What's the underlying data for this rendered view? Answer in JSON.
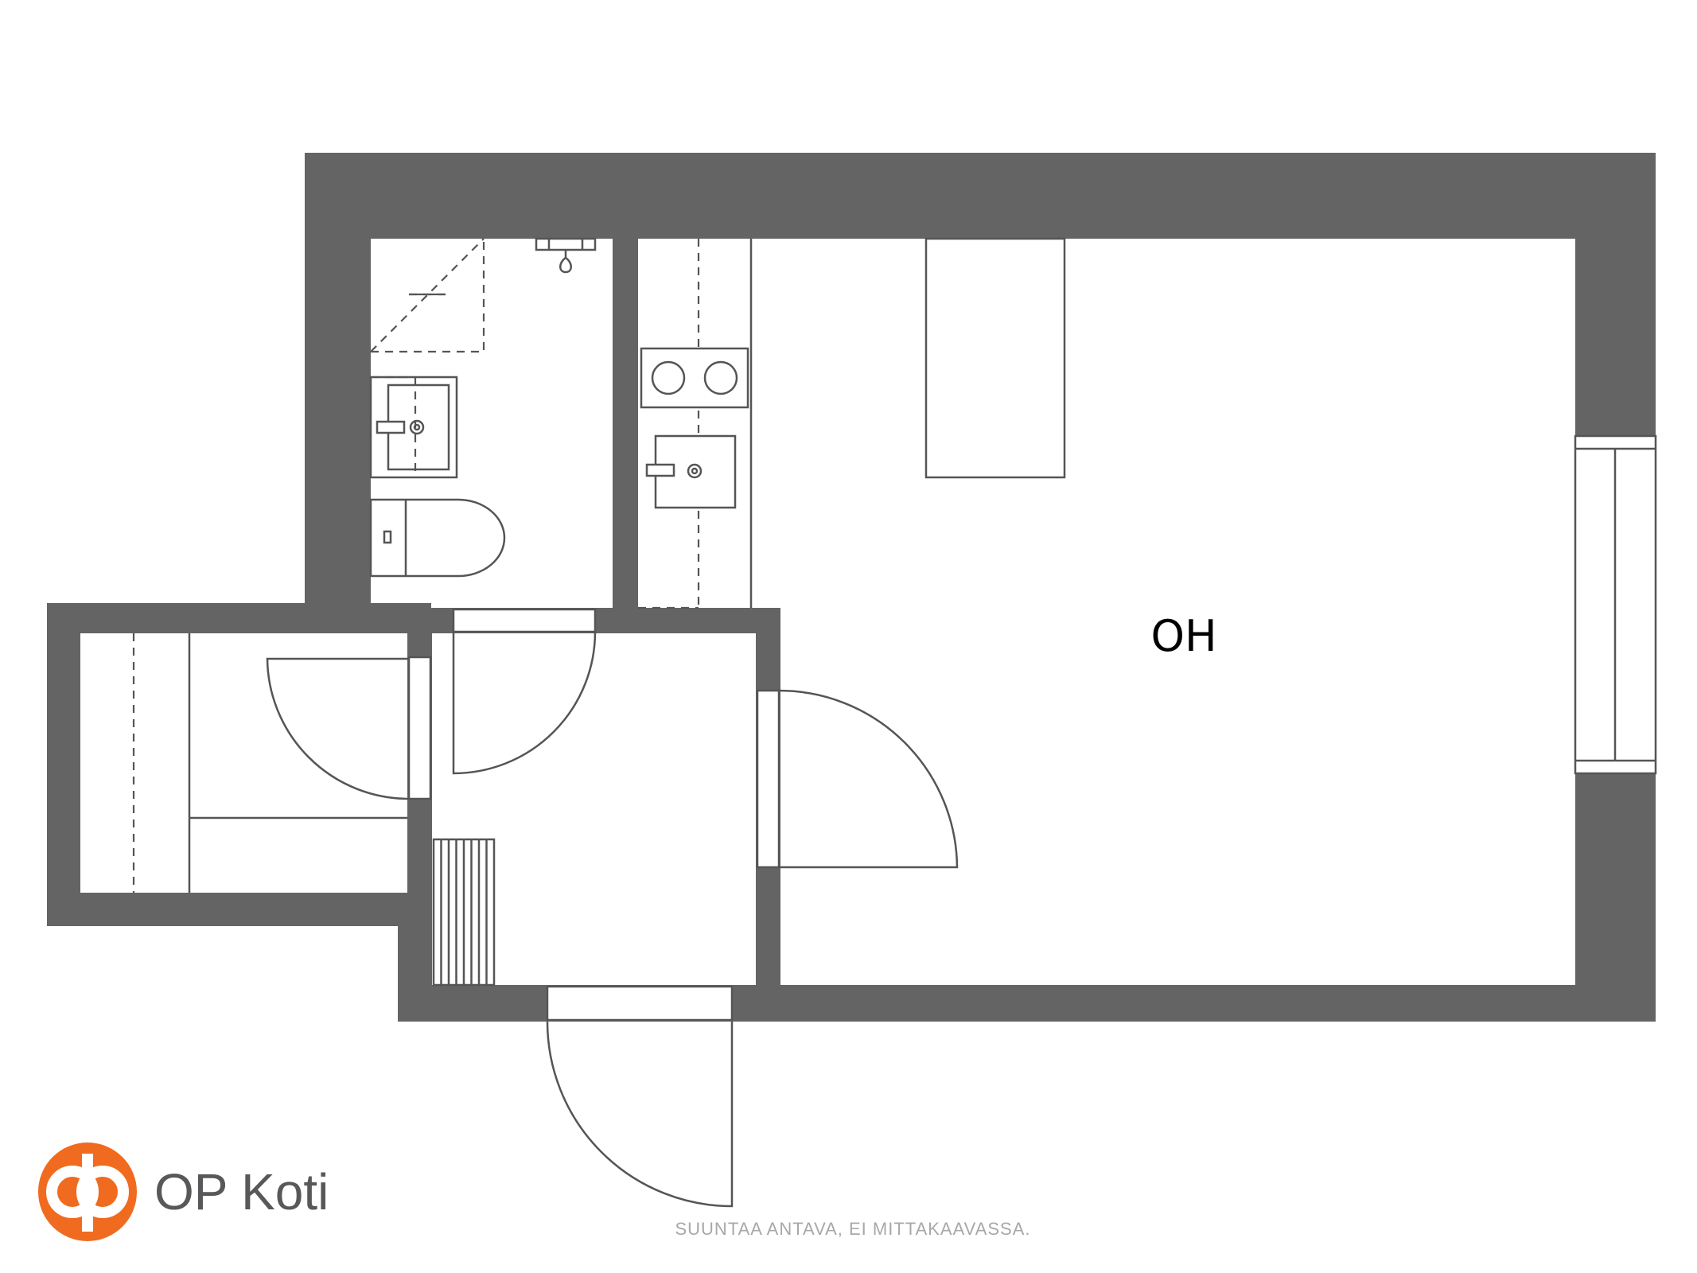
{
  "floorplan": {
    "rooms": [
      {
        "id": "living-room",
        "label": "OH"
      }
    ]
  },
  "branding": {
    "logo_text": "OP Koti",
    "logo_color": "#f06b1f"
  },
  "footer": {
    "disclaimer": "SUUNTAA ANTAVA, EI MITTAKAAVASSA."
  },
  "colors": {
    "wall": "#646464",
    "line": "#555555",
    "background": "#ffffff"
  }
}
